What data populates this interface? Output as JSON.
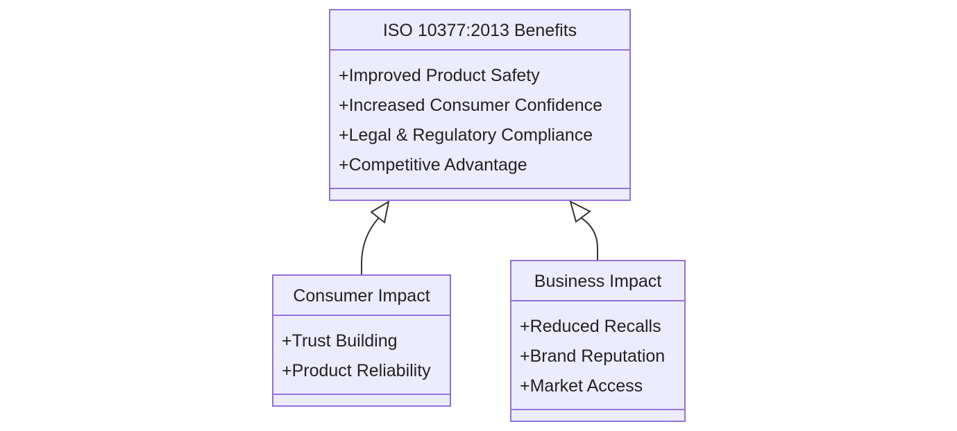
{
  "diagram": {
    "classes": {
      "benefits": {
        "title": "ISO 10377:2013 Benefits",
        "attributes": [
          "+Improved Product Safety",
          "+Increased Consumer Confidence",
          "+Legal & Regulatory Compliance",
          "+Competitive Advantage"
        ]
      },
      "consumer": {
        "title": "Consumer Impact",
        "attributes": [
          "+Trust Building",
          "+Product Reliability"
        ]
      },
      "business": {
        "title": "Business Impact",
        "attributes": [
          "+Reduced Recalls",
          "+Brand Reputation",
          "+Market Access"
        ]
      }
    },
    "relations": [
      {
        "from": "Consumer Impact",
        "to": "ISO 10377:2013 Benefits",
        "type": "inheritance"
      },
      {
        "from": "Business Impact",
        "to": "ISO 10377:2013 Benefits",
        "type": "inheritance"
      }
    ],
    "colors": {
      "box_fill": "#ececfe",
      "box_border": "#9370db",
      "edge": "#333333",
      "text": "#222222"
    }
  }
}
